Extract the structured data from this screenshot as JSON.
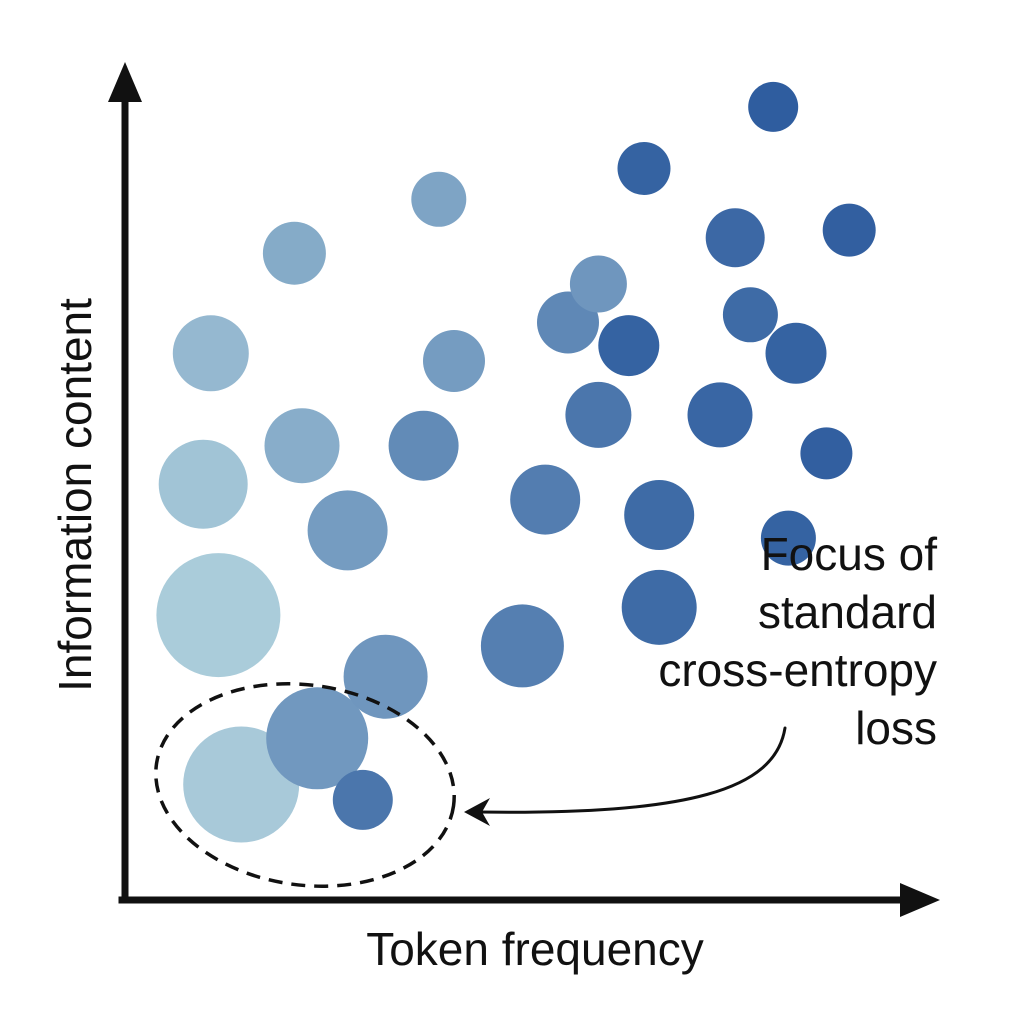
{
  "diagram": {
    "x_axis_label": "Token frequency",
    "y_axis_label": "Information content",
    "annotation_lines": [
      "Focus of",
      "standard",
      "cross-entropy",
      "loss"
    ],
    "colors": {
      "axis": "#111111",
      "low_frequency_token": "#aecfdc",
      "high_frequency_token": "#2f5d9f"
    },
    "token_bubbles": [
      {
        "frequency": 0.12,
        "information": 0.15,
        "size": 0.92,
        "shade": 0.05
      },
      {
        "frequency": 0.22,
        "information": 0.21,
        "size": 0.78,
        "shade": 0.48
      },
      {
        "frequency": 0.28,
        "information": 0.13,
        "size": 0.36,
        "shade": 0.78
      },
      {
        "frequency": 0.09,
        "information": 0.37,
        "size": 1.0,
        "shade": 0.03
      },
      {
        "frequency": 0.31,
        "information": 0.29,
        "size": 0.6,
        "shade": 0.5
      },
      {
        "frequency": 0.49,
        "information": 0.33,
        "size": 0.59,
        "shade": 0.7
      },
      {
        "frequency": 0.67,
        "information": 0.38,
        "size": 0.51,
        "shade": 0.88
      },
      {
        "frequency": 0.07,
        "information": 0.54,
        "size": 0.65,
        "shade": 0.1
      },
      {
        "frequency": 0.26,
        "information": 0.48,
        "size": 0.56,
        "shade": 0.45
      },
      {
        "frequency": 0.52,
        "information": 0.52,
        "size": 0.46,
        "shade": 0.72
      },
      {
        "frequency": 0.67,
        "information": 0.5,
        "size": 0.46,
        "shade": 0.88
      },
      {
        "frequency": 0.84,
        "information": 0.47,
        "size": 0.31,
        "shade": 0.95
      },
      {
        "frequency": 0.2,
        "information": 0.59,
        "size": 0.51,
        "shade": 0.3
      },
      {
        "frequency": 0.36,
        "information": 0.59,
        "size": 0.46,
        "shade": 0.6
      },
      {
        "frequency": 0.59,
        "information": 0.63,
        "size": 0.42,
        "shade": 0.78
      },
      {
        "frequency": 0.75,
        "information": 0.63,
        "size": 0.41,
        "shade": 0.92
      },
      {
        "frequency": 0.89,
        "information": 0.58,
        "size": 0.28,
        "shade": 0.98
      },
      {
        "frequency": 0.08,
        "information": 0.71,
        "size": 0.52,
        "shade": 0.2
      },
      {
        "frequency": 0.4,
        "information": 0.7,
        "size": 0.38,
        "shade": 0.45
      },
      {
        "frequency": 0.55,
        "information": 0.75,
        "size": 0.38,
        "shade": 0.62
      },
      {
        "frequency": 0.79,
        "information": 0.76,
        "size": 0.31,
        "shade": 0.88
      },
      {
        "frequency": 0.63,
        "information": 0.72,
        "size": 0.37,
        "shade": 0.95
      },
      {
        "frequency": 0.85,
        "information": 0.71,
        "size": 0.37,
        "shade": 0.95
      },
      {
        "frequency": 0.19,
        "information": 0.84,
        "size": 0.39,
        "shade": 0.32
      },
      {
        "frequency": 0.59,
        "information": 0.8,
        "size": 0.33,
        "shade": 0.5
      },
      {
        "frequency": 0.38,
        "information": 0.91,
        "size": 0.31,
        "shade": 0.38
      },
      {
        "frequency": 0.77,
        "information": 0.86,
        "size": 0.35,
        "shade": 0.9
      },
      {
        "frequency": 0.92,
        "information": 0.87,
        "size": 0.29,
        "shade": 0.98
      },
      {
        "frequency": 0.65,
        "information": 0.95,
        "size": 0.29,
        "shade": 0.95
      },
      {
        "frequency": 0.82,
        "information": 1.03,
        "size": 0.26,
        "shade": 1.0
      }
    ]
  }
}
